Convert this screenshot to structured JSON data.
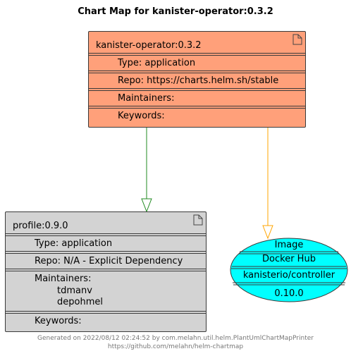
{
  "title": "Chart Map for kanister-operator:0.3.2",
  "main_chart": {
    "name": "kanister-operator:0.3.2",
    "type": "Type: application",
    "repo": "Repo: https://charts.helm.sh/stable",
    "maintainers": "Maintainers:",
    "keywords": "Keywords:",
    "color": "#FFA07A"
  },
  "dependency": {
    "name": "profile:0.9.0",
    "type": "Type: application",
    "repo": "Repo: N/A - Explicit Dependency",
    "maintainers": "Maintainers:",
    "maintainer_list": [
      "tdmanv",
      "depohmel"
    ],
    "keywords": "Keywords:",
    "color": "#D3D3D3"
  },
  "image": {
    "label": "Image",
    "registry": "Docker Hub",
    "repository": "kanisterio/controller",
    "tag": "0.10.0",
    "color": "#00FFFF"
  },
  "footer": {
    "line1": "Generated on 2022/08/12 02:24:52 by com.melahn.util.helm.PlantUmlChartMapPrinter",
    "line2": "https://github.com/melahn/helm-chartmap"
  },
  "edge_colors": {
    "dependency": "#228B22",
    "image": "#FFA500"
  }
}
